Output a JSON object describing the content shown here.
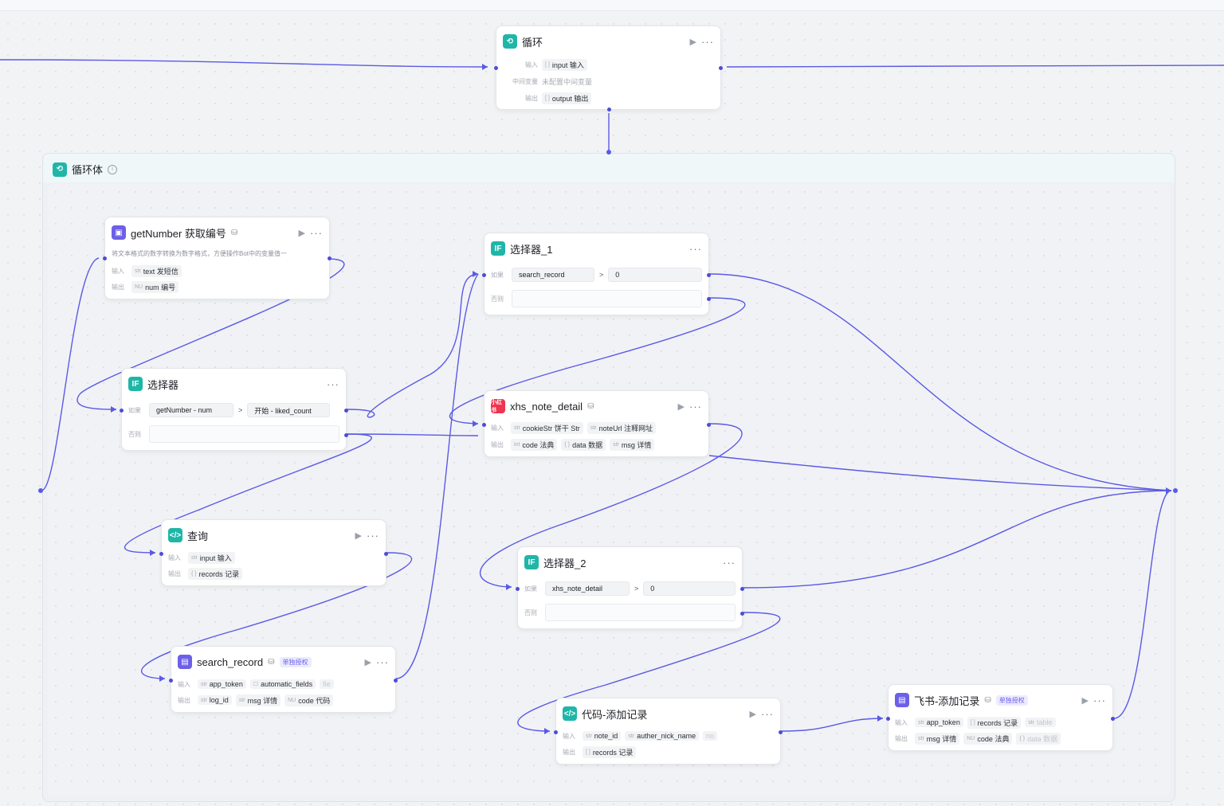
{
  "loop_node": {
    "title": "循环",
    "in_label": "输入",
    "in_value": "input 输入",
    "var_label": "中间变量",
    "var_value": "未配置中间变量",
    "out_label": "输出",
    "out_value": "output 输出"
  },
  "loop_body": {
    "title": "循环体"
  },
  "getnumber": {
    "title": "getNumber 获取编号",
    "desc": "将文本格式的数字转换为数字格式，方便操作Bot中的变量值一",
    "in_label": "输入",
    "in_type": "str",
    "in_value": "text 发短信",
    "out_label": "输出",
    "out_type": "NU",
    "out_value": "num 编号"
  },
  "selector": {
    "title": "选择器",
    "if_label": "如果",
    "left": "getNumber - num",
    "op": ">",
    "right": "开始 - liked_count",
    "else_label": "否则"
  },
  "query": {
    "title": "查询",
    "in_label": "输入",
    "in_type": "str",
    "in_value": "input 输入",
    "out_label": "输出",
    "out_type": "{ }",
    "out_value": "records 记录"
  },
  "search_record": {
    "title": "search_record",
    "tag": "单独授权",
    "in_label": "输入",
    "in_1_type": "str",
    "in_1": "app_token",
    "in_2": "automatic_fields",
    "in_3": "fie",
    "out_label": "输出",
    "out_1_type": "str",
    "out_1": "log_id",
    "out_2_type": "str",
    "out_2": "msg 详情",
    "out_3_type": "NU",
    "out_3": "code 代码"
  },
  "selector_1": {
    "title": "选择器_1",
    "if_label": "如果",
    "left": "search_record",
    "op": ">",
    "right": "0",
    "else_label": "否则"
  },
  "xhs": {
    "title": "xhs_note_detail",
    "icon": "小红书",
    "in_label": "输入",
    "in_1_type": "str",
    "in_1": "cookieStr 饼干 Str",
    "in_2_type": "str",
    "in_2": "noteUrl 注释网址",
    "out_label": "输出",
    "out_1_type": "int",
    "out_1": "code 法典",
    "out_2_type": "{ }",
    "out_2": "data 数据",
    "out_3_type": "str",
    "out_3": "msg 详情"
  },
  "selector_2": {
    "title": "选择器_2",
    "if_label": "如果",
    "left": "xhs_note_detail",
    "op": ">",
    "right": "0",
    "else_label": "否则"
  },
  "code_add": {
    "title": "代码-添加记录",
    "in_label": "输入",
    "in_1_type": "str",
    "in_1": "note_id",
    "in_2_type": "str",
    "in_2": "auther_nick_name",
    "in_3": "no",
    "out_label": "输出",
    "out_1_type": "[ ]",
    "out_1": "records 记录"
  },
  "feishu": {
    "title": "飞书-添加记录",
    "tag": "单独授权",
    "in_label": "输入",
    "in_1_type": "str",
    "in_1": "app_token",
    "in_2_type": "[ ]",
    "in_2": "records 记录",
    "in_3_type": "str",
    "in_3": "table",
    "out_label": "输出",
    "out_1_type": "str",
    "out_1": "msg 详情",
    "out_2_type": "NU",
    "out_2": "code 法典",
    "out_3_type": "{ }",
    "out_3": "data 数据"
  },
  "colors": {
    "edge": "#5a5ae6",
    "teal": "#1fb6a8",
    "purple": "#6d5fe8",
    "red": "#f0344f"
  }
}
